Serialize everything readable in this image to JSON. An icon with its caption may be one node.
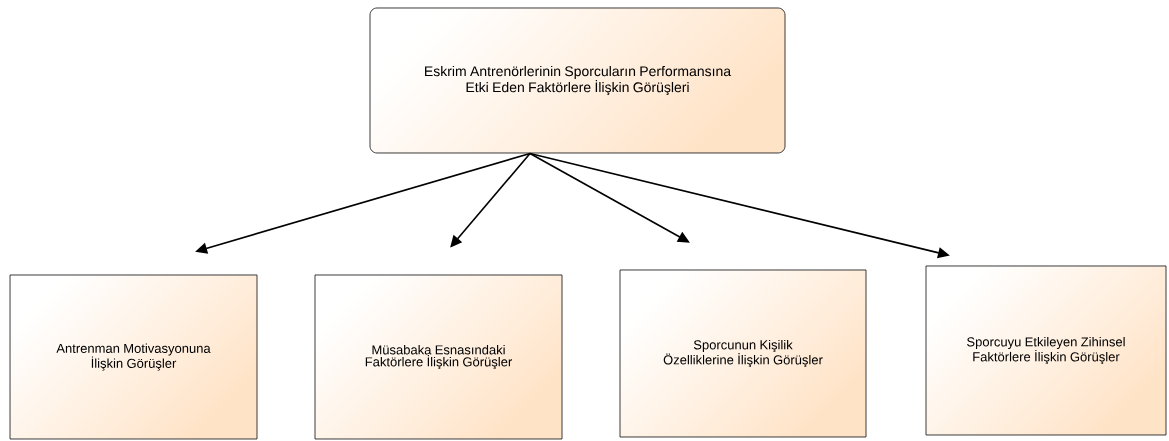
{
  "diagram": {
    "nodes": [
      {
        "text": [
          "Eskrim Antrenörlerinin Sporcuların Performansına Etki Eden Faktörlere İlişkin Görüşleri"
        ]
      },
      {
        "text": [
          "Antrenman Motivasyonuna İlişkin Görüşler"
        ]
      },
      {
        "text": [
          "Müsabaka Esnasındaki Faktörlere İlişkin Görüşler"
        ]
      },
      {
        "text": [
          "Sporcunun Kişilik Özelliklerine İlişkin Görüşler"
        ]
      },
      {
        "text": [
          "Sporcuyu Etkileyen Zihinsel Faktörlere İlişkin Görüşler"
        ]
      }
    ],
    "edges": [
      {
        "from": 0,
        "to": 1,
        "arrow": "to"
      },
      {
        "from": 0,
        "to": 2,
        "arrow": "to"
      },
      {
        "from": 0,
        "to": 3,
        "arrow": "to"
      },
      {
        "from": 0,
        "to": 4,
        "arrow": "to"
      }
    ]
  }
}
